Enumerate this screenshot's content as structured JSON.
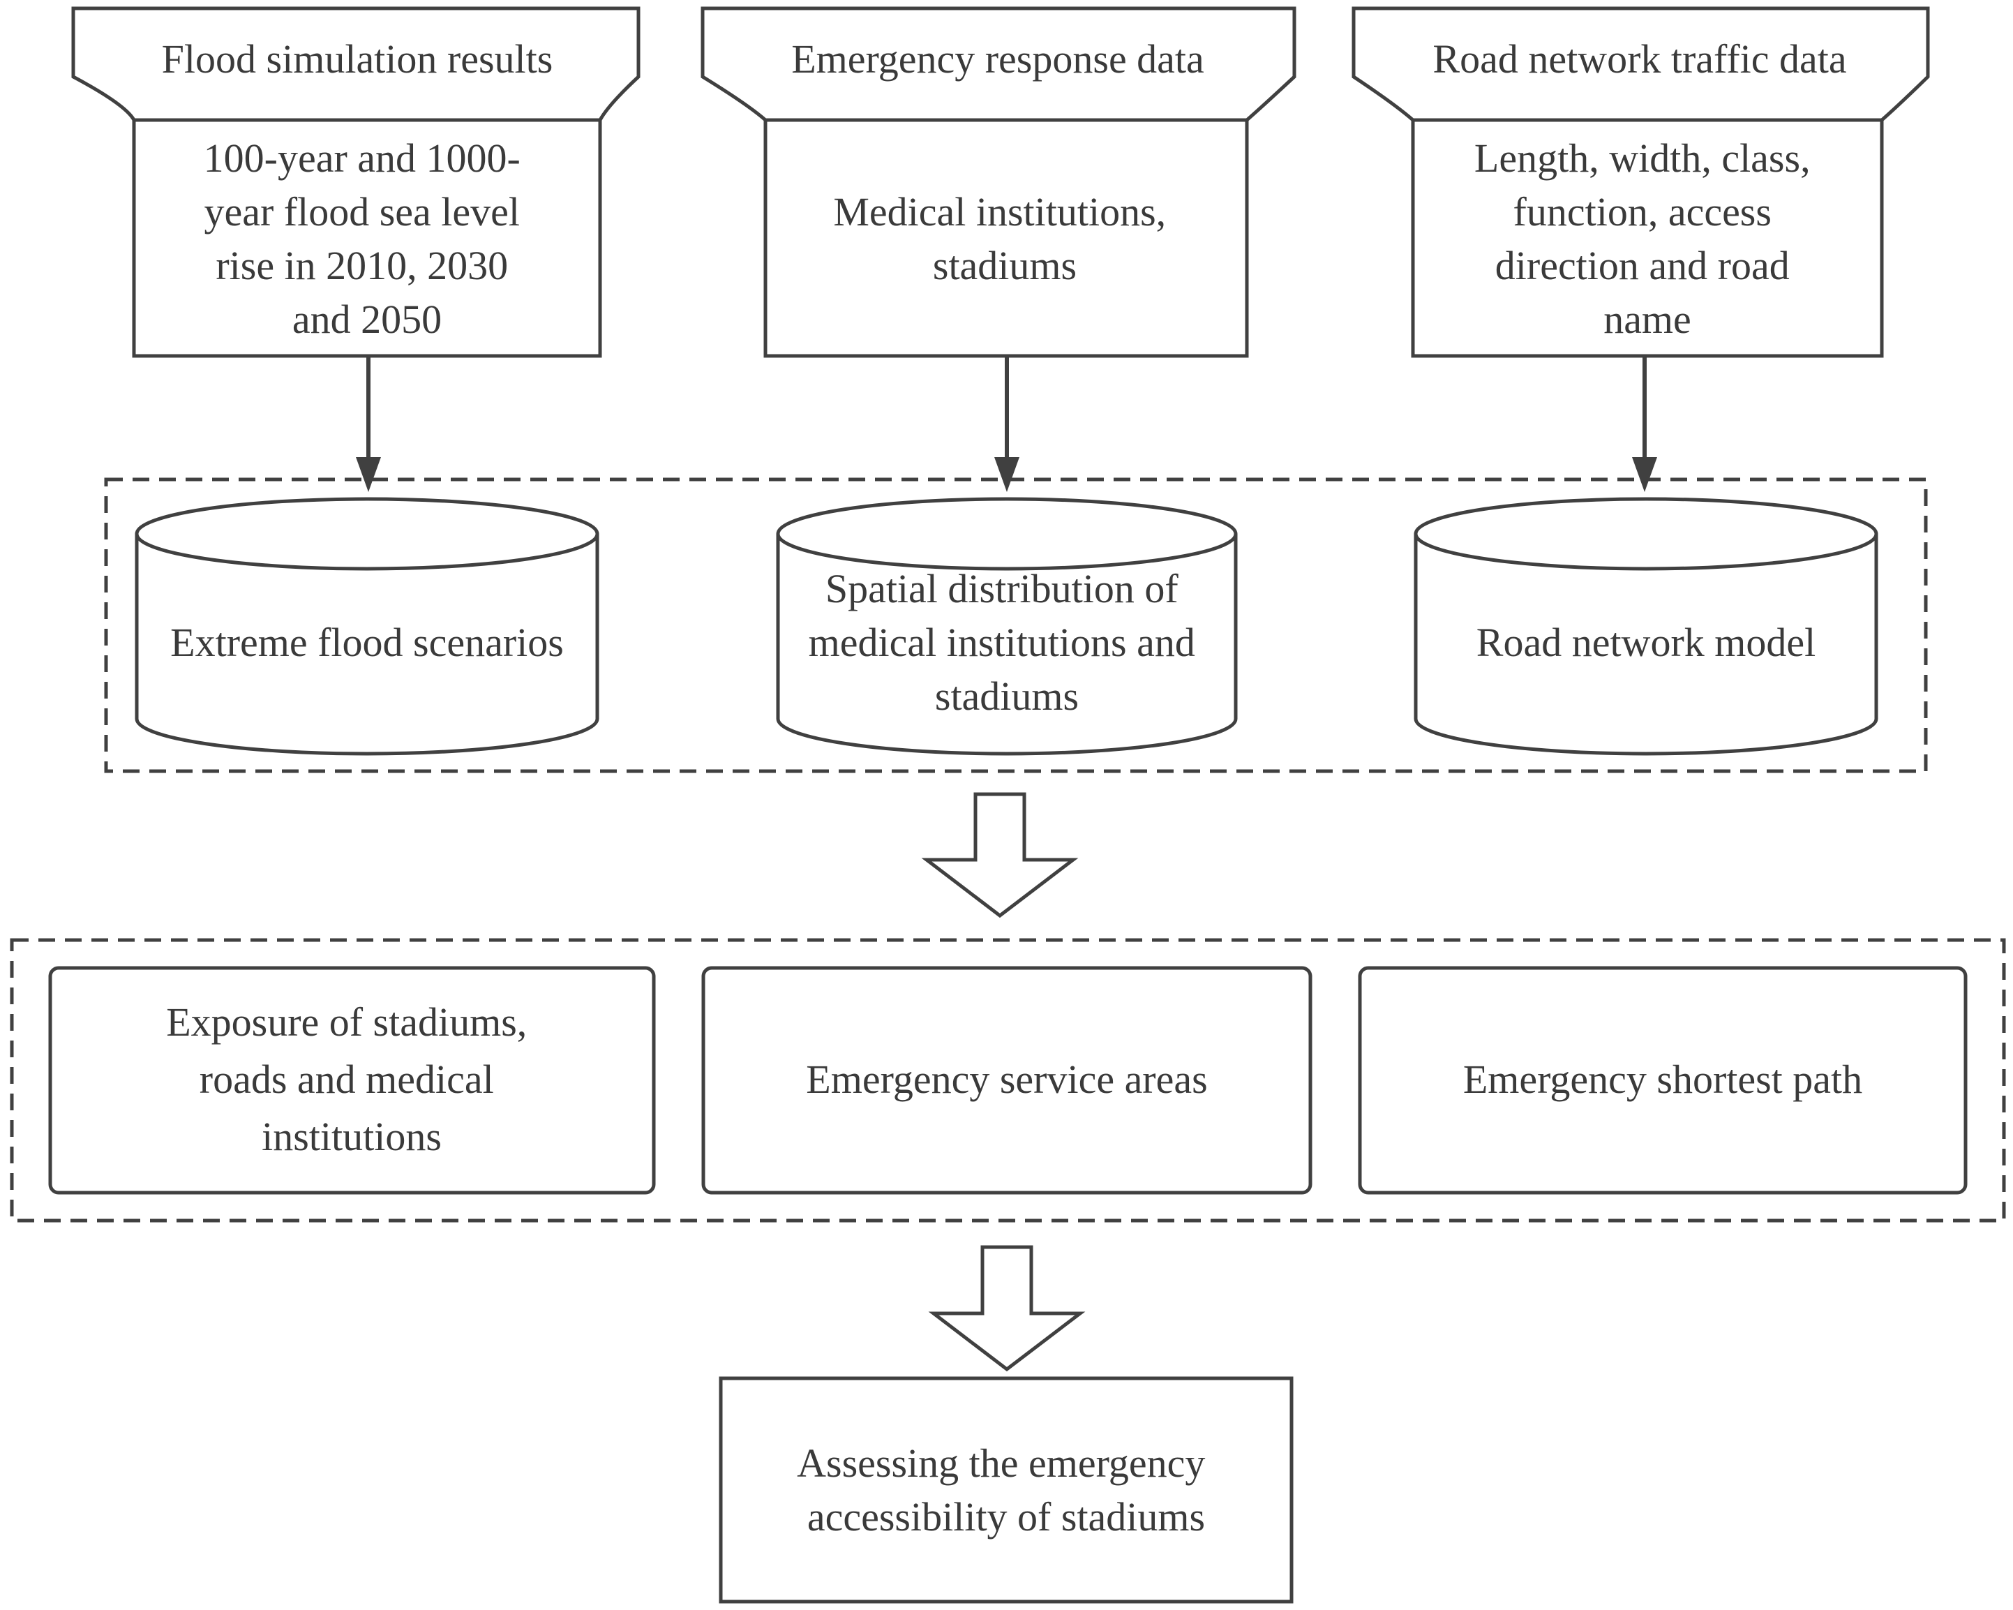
{
  "sources": [
    {
      "header": "Flood simulation results",
      "body": [
        "100-year and 1000-",
        "year flood sea level",
        "rise in 2010, 2030",
        "and 2050"
      ]
    },
    {
      "header": "Emergency response data",
      "body": [
        "Medical institutions,",
        "stadiums"
      ]
    },
    {
      "header": "Road network traffic data",
      "body": [
        "Length, width, class,",
        "function, access",
        "direction and road",
        "name"
      ]
    }
  ],
  "databases": [
    {
      "label": [
        "Extreme flood scenarios"
      ]
    },
    {
      "label": [
        "Spatial distribution of",
        "medical institutions and",
        "stadiums"
      ]
    },
    {
      "label": [
        "Road network model"
      ]
    }
  ],
  "analyses": [
    {
      "label": [
        "Exposure of  stadiums,",
        "roads and medical",
        "institutions"
      ]
    },
    {
      "label": [
        "Emergency service areas"
      ]
    },
    {
      "label": [
        "Emergency shortest path"
      ]
    }
  ],
  "result": {
    "label": [
      "Assessing the emergency",
      "accessibility of stadiums"
    ]
  }
}
